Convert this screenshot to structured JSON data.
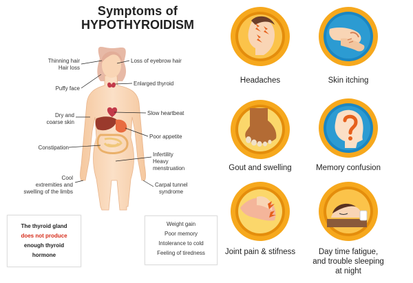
{
  "title": {
    "line1": "Symptoms of",
    "line2": "HYPOTHYROIDISM"
  },
  "labels": {
    "thinning_hair": "Thinning hair",
    "hair_loss": "Hair loss",
    "eyebrow": "Loss of eyebrow hair",
    "puffy_face": "Puffy face",
    "enlarged_thyroid": "Enlarged thyroid",
    "dry_skin_1": "Dry and",
    "dry_skin_2": "coarse skin",
    "slow_heartbeat": "Slow heartbeat",
    "poor_appetite": "Poor appetite",
    "constipation": "Constipation",
    "infertility": "Infertility",
    "heavy": "Heavy",
    "menstruation": "menstruation",
    "cool_1": "Cool",
    "cool_2": "extremities and",
    "cool_3": "swelling of the limbs",
    "carpal_1": "Carpal tunnel",
    "carpal_2": "syndrome"
  },
  "info_box": {
    "line1": "The thyroid gland",
    "line2": "does not produce",
    "line3": "enough thyroid",
    "line4": "hormone"
  },
  "symptom_box": [
    "Weight gain",
    "Poor memory",
    "Intolerance to cold",
    "Feeling of tiredness"
  ],
  "symptoms": {
    "headaches": "Headaches",
    "skin_itching": "Skin itching",
    "gout": "Gout and swelling",
    "memory": "Memory confusion",
    "joint": "Joint pain & stifness",
    "fatigue_1": "Day time fatigue,",
    "fatigue_2": "and trouble sleeping",
    "fatigue_3": "at night"
  },
  "colors": {
    "ring": "#f6a81d",
    "ring_dark": "#e48d0c",
    "skin": "#f9d5b5",
    "hair": "#e7b9a6",
    "orange_accent": "#e6601c",
    "circle_bg": "#fbd76b",
    "blue_bg": "#2c9bd2"
  }
}
